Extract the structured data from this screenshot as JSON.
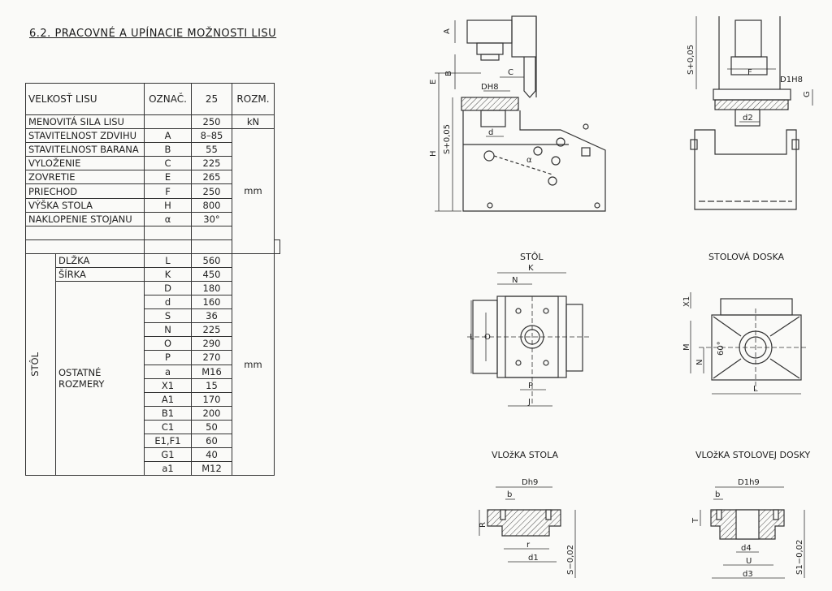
{
  "heading": "6.2.  PRACOVNÉ A UPÍNACIE MOŽNOSTI LISU",
  "table": {
    "headers": [
      "VELKOSŤ LISU",
      "OZNAČ.",
      "25",
      "ROZM."
    ],
    "rows": [
      {
        "name": "MENOVITÁ SILA LISU",
        "code": "",
        "value": "250",
        "unit": "kN"
      },
      {
        "name": "STAVITELNOST ZDVIHU",
        "code": "A",
        "value": "8–85"
      },
      {
        "name": "STAVITELNOST BARANA",
        "code": "B",
        "value": "55"
      },
      {
        "name": "VYLOŽENIE",
        "code": "C",
        "value": "225"
      },
      {
        "name": "ZOVRETIE",
        "code": "E",
        "value": "265"
      },
      {
        "name": "PRIECHOD",
        "code": "F",
        "value": "250"
      },
      {
        "name": "VÝŠKA STOLA",
        "code": "H",
        "value": "800"
      },
      {
        "name": "NAKLOPENIE STOJANU",
        "code": "α",
        "value": "30°"
      }
    ],
    "mm_unit": "mm",
    "stol_group": "STÔL",
    "stol_rows": [
      {
        "name": "DLŽKA",
        "code": "L",
        "value": "560"
      },
      {
        "name": "ŠÍRKA",
        "code": "K",
        "value": "450"
      }
    ],
    "other_label_1": "OSTATNÉ",
    "other_label_2": "ROZMERY",
    "other_rows": [
      {
        "code": "D",
        "value": "180"
      },
      {
        "code": "d",
        "value": "160"
      },
      {
        "code": "S",
        "value": "36"
      },
      {
        "code": "N",
        "value": "225"
      },
      {
        "code": "O",
        "value": "290"
      },
      {
        "code": "P",
        "value": "270"
      },
      {
        "code": "a",
        "value": "M16"
      },
      {
        "code": "X1",
        "value": "15"
      },
      {
        "code": "A1",
        "value": "170"
      },
      {
        "code": "B1",
        "value": "200"
      },
      {
        "code": "C1",
        "value": "50"
      },
      {
        "code": "E1,F1",
        "value": "60"
      },
      {
        "code": "G1",
        "value": "40"
      },
      {
        "code": "a1",
        "value": "M12"
      }
    ],
    "stol_unit": "mm"
  },
  "drawings": {
    "stol_title": "STÔL",
    "stolova_doska_title": "STOLOVÁ DOSKA",
    "vlozka_stola_title": "VLOžKA STOLA",
    "vlozka_dosky_title": "VLOžKA STOLOVEJ DOSKY",
    "side_dims": {
      "A": "A",
      "B": "B",
      "C": "C",
      "E": "E",
      "H": "H",
      "S": "S+0,05",
      "DH8": "DH8",
      "d": "d",
      "alpha": "α"
    },
    "front_dims": {
      "S": "S+0,05",
      "F": "F",
      "D1H8": "D1H8",
      "G": "G",
      "d2": "d2"
    },
    "stol_dims": {
      "K": "K",
      "N": "N",
      "L": "L",
      "O": "O",
      "P": "P",
      "J": "J"
    },
    "doska_dims": {
      "X1": "X1",
      "M": "M",
      "N": "N",
      "angle": "60°",
      "L": "L"
    },
    "vlozka_stola_dims": {
      "Dh9": "Dh9",
      "b": "b",
      "R": "R",
      "r": "r",
      "d1": "d1",
      "S": "S−0,02"
    },
    "vlozka_dosky_dims": {
      "D1h9": "D1h9",
      "b": "b",
      "T": "T",
      "d4": "d4",
      "U": "U",
      "d3": "d3",
      "S1": "S1−0,02"
    }
  }
}
